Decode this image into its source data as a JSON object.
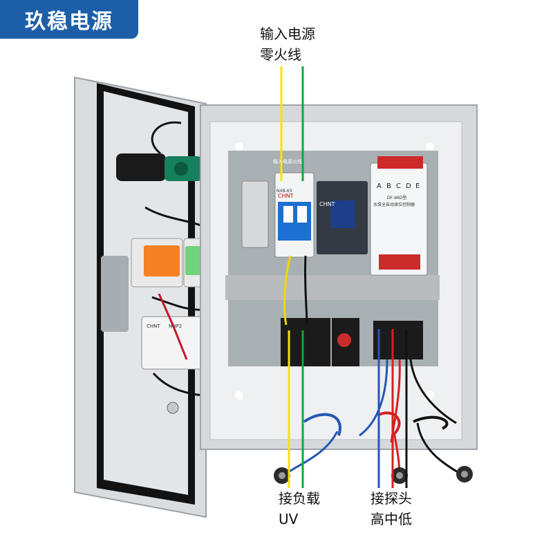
{
  "brand": {
    "label": "玖稳电源"
  },
  "callouts": {
    "input": {
      "line1": "输入电源",
      "line2": "零火线"
    },
    "load": {
      "line1": "接负载",
      "line2": "UV"
    },
    "probe": {
      "line1": "接探头",
      "line2": "高中低"
    }
  },
  "device_labels": {
    "panel_sticker": "输入电源火线",
    "breaker_brand": "CHNT",
    "breaker_model": "NXB-63",
    "contactor_brand": "CHNT",
    "controller_model": "DF-96D型",
    "controller_title": "水泵全自动液位控制器",
    "controller_terminals": [
      "A",
      "B",
      "C",
      "D",
      "E"
    ],
    "door_contactor_brand": "CHNT",
    "door_contactor_model": "NHP2"
  },
  "wire_colors": {
    "input_live": "#f2e600",
    "input_neutral": "#1aa33a",
    "probe_high": "#2456b5",
    "probe_mid": "#d61f1f",
    "probe_low": "#111111"
  },
  "icons": [
    "cable-gland-icon",
    "indicator-lamp-icon"
  ]
}
